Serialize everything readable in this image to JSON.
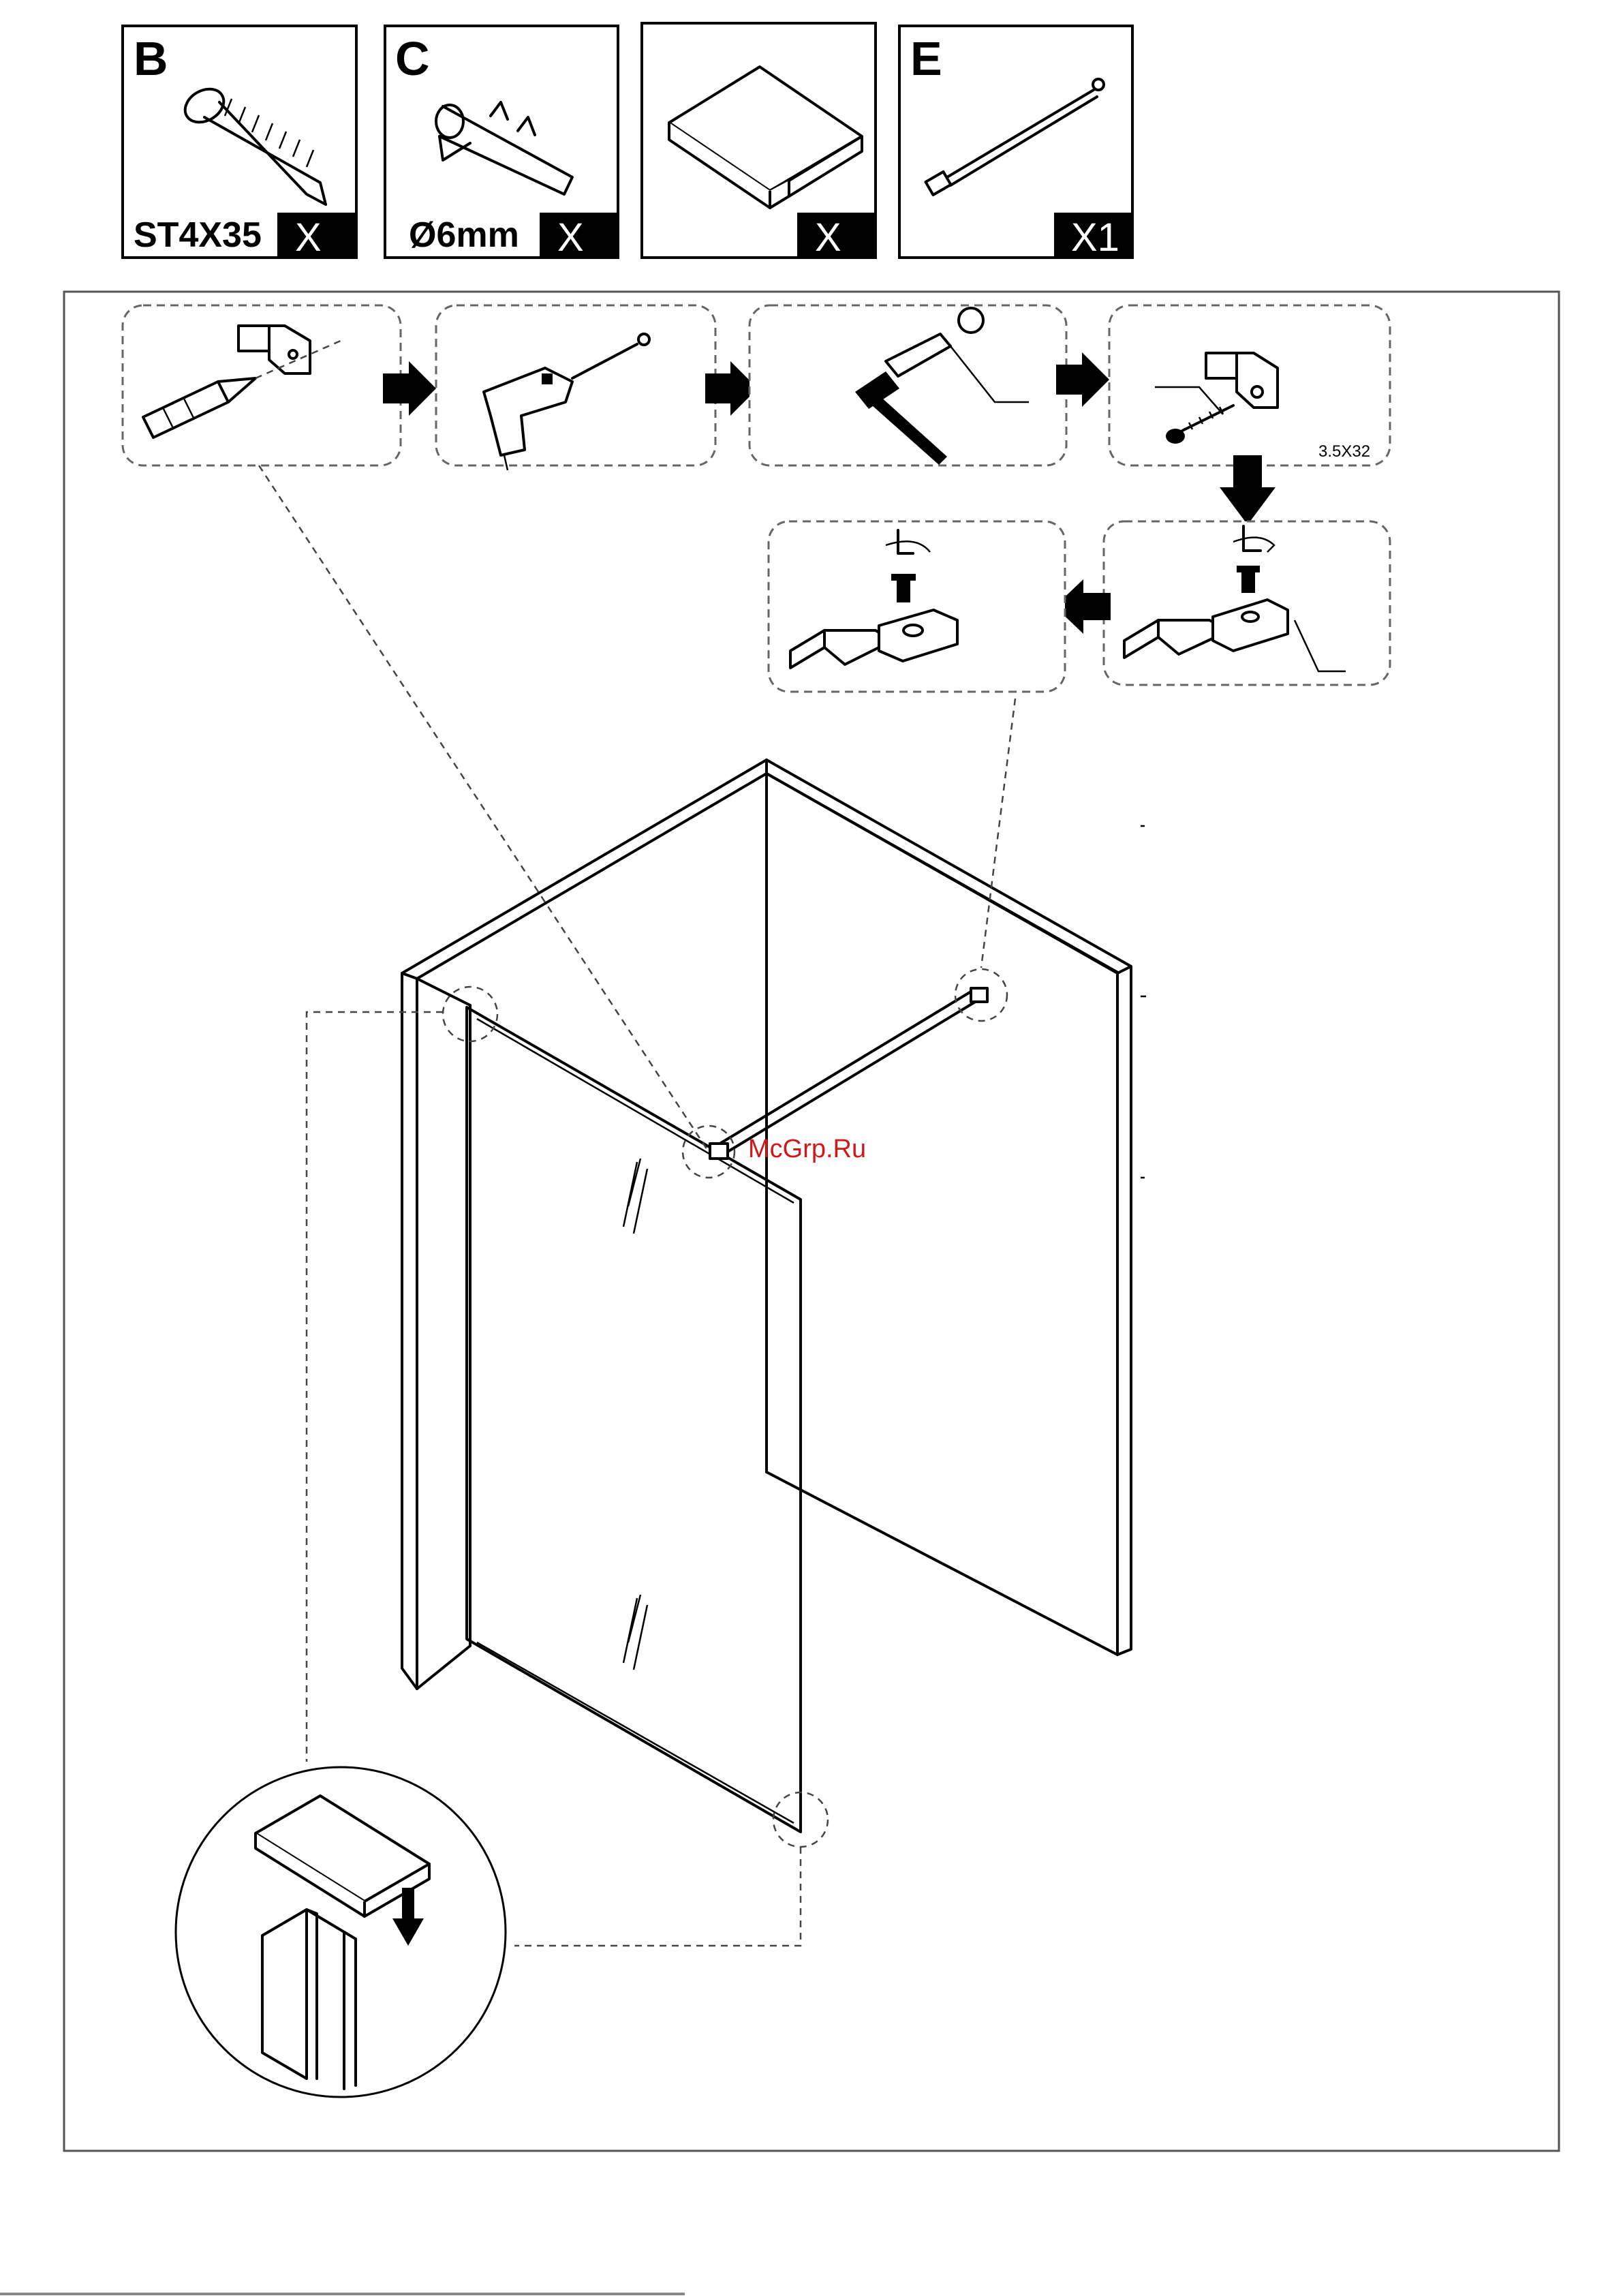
{
  "parts": [
    {
      "letter": "B",
      "spec": "ST4X35",
      "qty": "X"
    },
    {
      "letter": "C",
      "spec": "Ø6mm",
      "qty": "X"
    },
    {
      "letter": "",
      "spec": "",
      "qty": "X"
    },
    {
      "letter": "E",
      "spec": "",
      "qty": "X1"
    }
  ],
  "steps": {
    "screw_label": "3.5X32"
  },
  "watermark": "McGrp.Ru"
}
